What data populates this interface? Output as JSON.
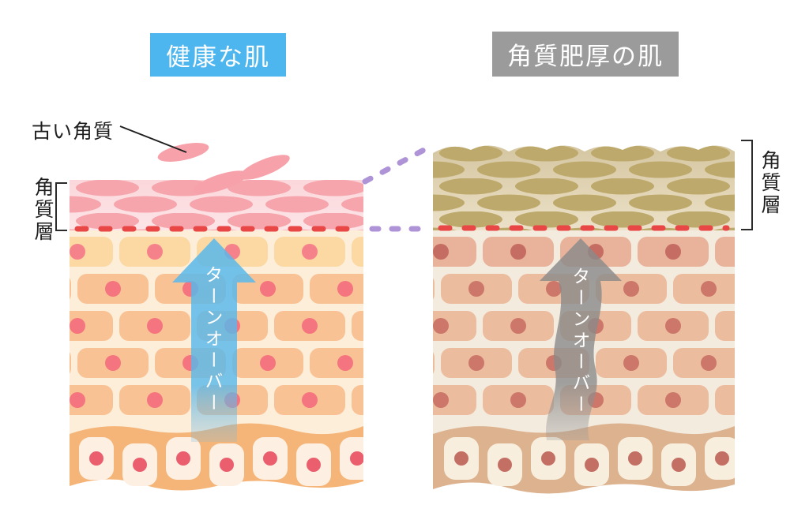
{
  "left": {
    "title": "健康な肌",
    "old_keratin_label": "古い角質",
    "stratum_corneum_label": "角質層",
    "arrow_label": "ターンオーバー"
  },
  "right": {
    "title": "角質肥厚の肌",
    "stratum_corneum_label": "角質層",
    "arrow_label": "ターンオーバー"
  },
  "colors": {
    "left_title_bg": "#4db6ee",
    "right_title_bg": "#9b9b9b",
    "red_dashed_line": "#e94646",
    "purple_dashed_line": "#af93d7",
    "left_turnover_arrow": "#57b8ec",
    "right_turnover_arrow": "#8a8a8a",
    "healthy_corneum_cell": "#f6a5ad",
    "thickened_corneum_cell": "#bda96b",
    "old_keratin_flake": "#f7a2aa"
  }
}
